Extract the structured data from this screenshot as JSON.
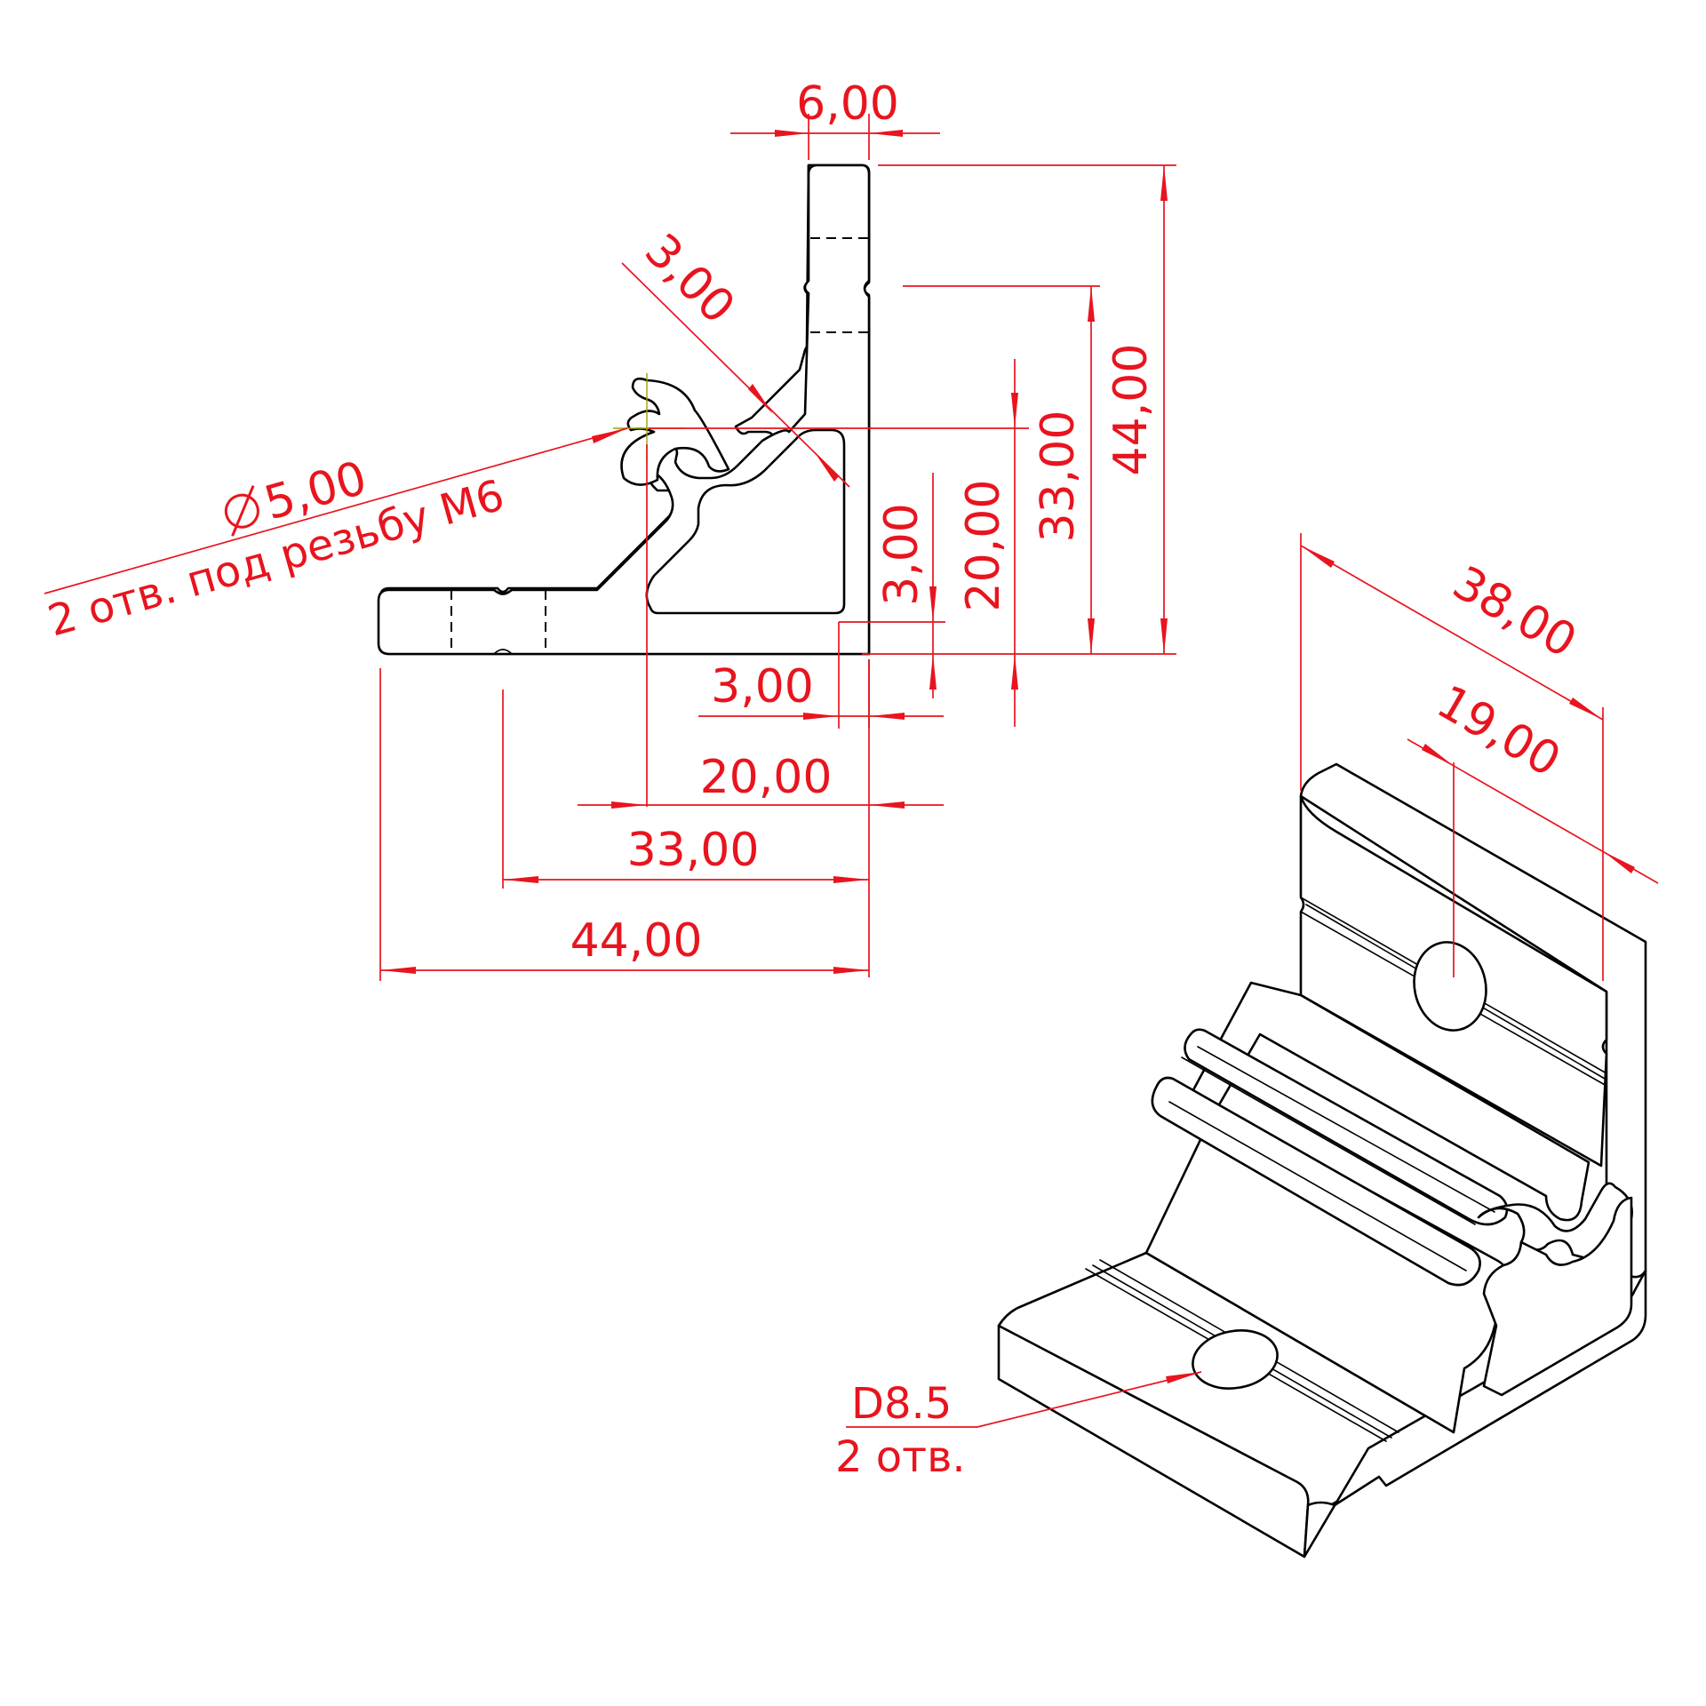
{
  "colors": {
    "dimension": "#e8141e",
    "outline": "#000000",
    "background": "#ffffff"
  },
  "dimensions": {
    "flange_thickness": "6,00",
    "chamfer": "3,00",
    "height_total": "44,00",
    "height_33": "33,00",
    "height_20": "20,00",
    "height_3": "3,00",
    "width_3": "3,00",
    "width_20": "20,00",
    "width_33": "33,00",
    "width_44": "44,00",
    "iso_length": "38,00",
    "iso_center": "19,00"
  },
  "notes": {
    "thread_hole_diameter": "5,00",
    "thread_hole_desc": "2 отв. под резьбу M6",
    "through_hole_diameter": "D8.5",
    "through_hole_count": "2 отв."
  },
  "icons": {
    "diameter_symbol": "diameter-icon"
  }
}
